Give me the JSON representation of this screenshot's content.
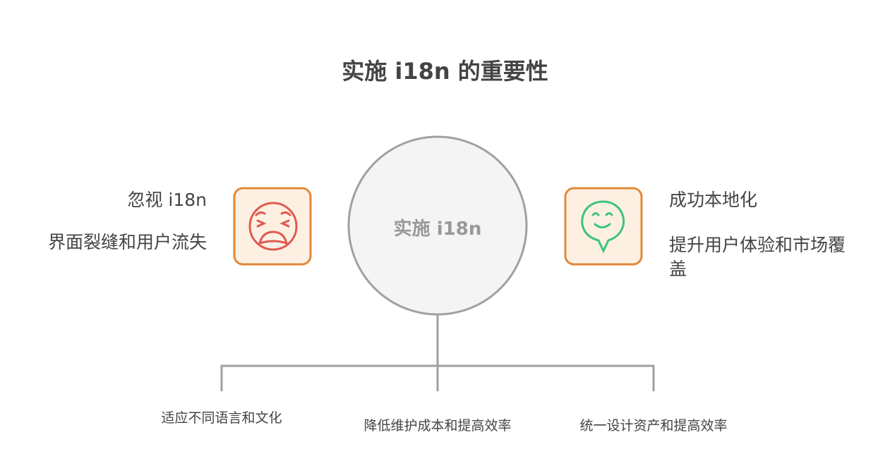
{
  "title": "实施 i18n 的重要性",
  "center": "实施 i18n",
  "left": {
    "heading": "忽视 i18n",
    "description": "界面裂缝和用户流失",
    "icon": "distressed-face-icon"
  },
  "right": {
    "heading": "成功本地化",
    "description": "提升用户体验和市场覆盖",
    "icon": "smiling-speech-bubble-icon"
  },
  "benefits": [
    "适应不同语言和文化",
    "降低维护成本和提高效率",
    "统一设计资产和提高效率"
  ],
  "colors": {
    "box_border": "#e0893a",
    "box_fill": "#fdf0e3",
    "sad": "#e05a50",
    "happy": "#3cc37f",
    "line": "#a0a0a0",
    "circle_fill": "#f4f4f4"
  }
}
